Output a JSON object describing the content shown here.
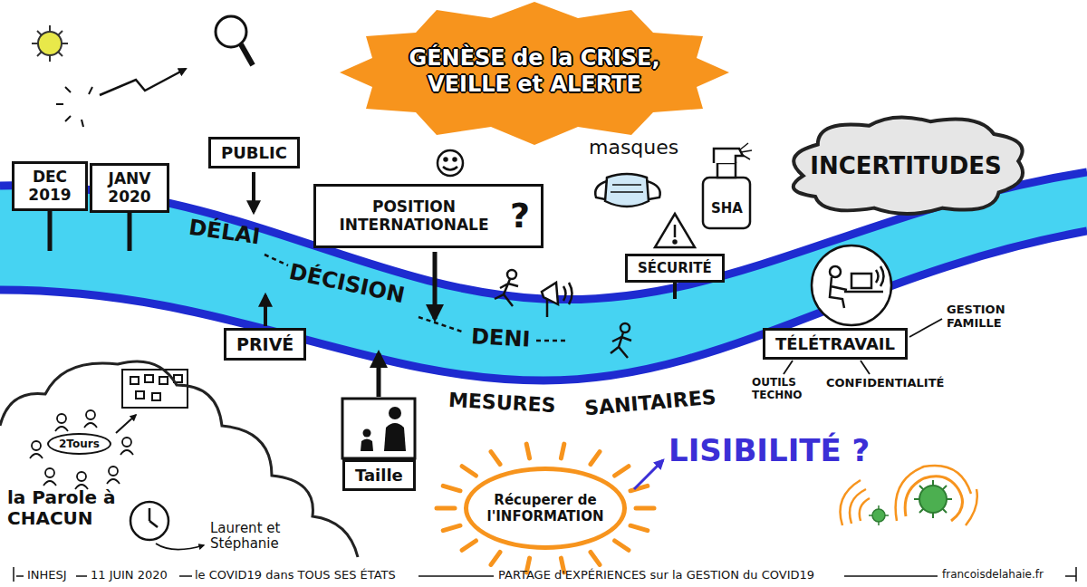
{
  "diagram": {
    "title": "GÉNÈSE de la CRISE, VEILLE et ALERTE",
    "nodes": [
      {
        "text": [
          "DEC 2019"
        ]
      },
      {
        "text": [
          "JANV 2020"
        ]
      },
      {
        "text": [
          "PUBLIC"
        ]
      },
      {
        "text": [
          "POSITION INTERNATIONALE",
          "?"
        ]
      },
      {
        "text": [
          "SHA"
        ]
      },
      {
        "text": [
          "SÉCURITÉ"
        ]
      },
      {
        "text": [
          "INCERTITUDES"
        ]
      },
      {
        "text": [
          "PRIVÉ"
        ]
      },
      {
        "text": [
          "TÉLÉTRAVAIL"
        ]
      },
      {
        "text": [
          "Taille"
        ]
      },
      {
        "text": [
          "la Parole à CHACUN",
          "Laurent et Stéphanie"
        ]
      },
      {
        "text": [
          "2Tours"
        ],
        "in": 10
      },
      {
        "text": [
          "Récuperer de l'INFORMATION"
        ]
      }
    ],
    "labels": [
      "masques",
      "DÉLAI",
      "DÉCISION",
      "DENI",
      "MESURES",
      "SANITAIRES",
      "LISIBILITÉ ?",
      "GESTION FAMILLE",
      "OUTILS TECHNO",
      "CONFIDENTIALITÉ",
      "INHESJ",
      "11 JUIN 2020",
      "le COVID19 dans TOUS SES ÉTATS",
      "PARTAGE d'EXPÉRIENCES sur la GESTION du COVID19",
      "francoisdelahaie.fr"
    ]
  }
}
